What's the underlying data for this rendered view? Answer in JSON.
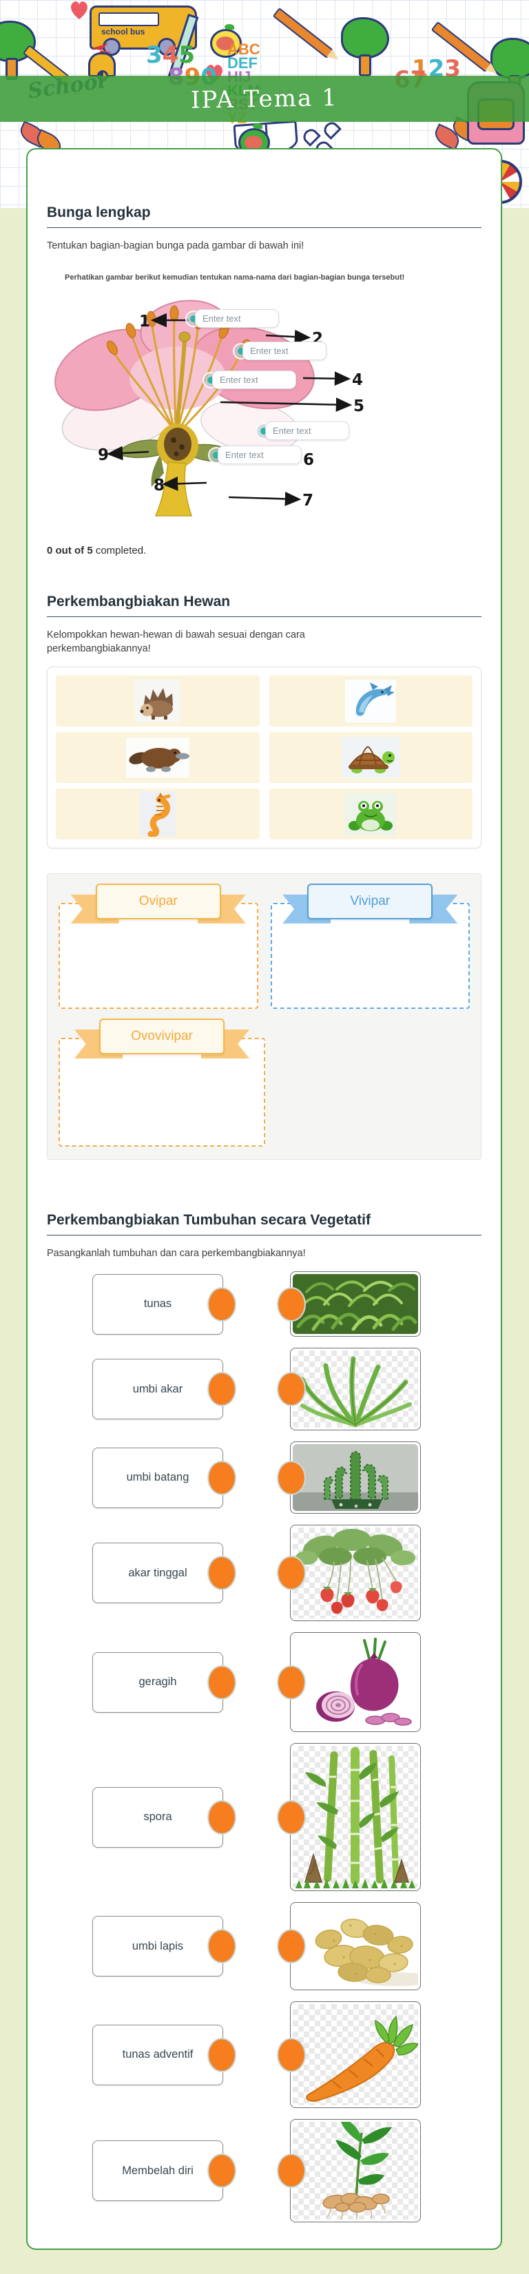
{
  "banner": {
    "title": "IPA Tema 1",
    "color": "#3c9c3a",
    "bus_label": "school bus",
    "school_label": "School"
  },
  "page": {
    "background": "#e9eecf",
    "card_border": "#43a047"
  },
  "bunga": {
    "title": "Bunga lengkap",
    "instruction": "Tentukan bagian-bagian bunga pada gambar di bawah ini!",
    "widget_instruction": "Perhatikan gambar berikut kemudian tentukan nama-nama dari bagian-bagian bunga tersebut!",
    "input_placeholder": "Enter text",
    "markers": {
      "m1": "1",
      "m2": "2",
      "m4": "4",
      "m5": "5",
      "m6": "6",
      "m7": "7",
      "m8": "8",
      "m9": "9"
    },
    "progress_bold": "0 out of 5",
    "progress_rest": " completed.",
    "marker_color": "#2ab7a9"
  },
  "hewan": {
    "title": "Perkembangbiakan Hewan",
    "instruction": "Kelompokkan hewan-hewan di bawah sesuai dengan cara perkembangbiakannya!",
    "images": [
      "hedgehog",
      "dolphin",
      "platypus",
      "turtle",
      "seahorse",
      "frog"
    ],
    "cell_color": "#fbf3dc"
  },
  "groups": {
    "ovipar": {
      "label": "Ovipar",
      "color": "#f5a93f"
    },
    "vivipar": {
      "label": "Vivipar",
      "color": "#4e9ddb"
    },
    "ovovivipar": {
      "label": "Ovovivipar",
      "color": "#f5a93f"
    }
  },
  "tumbuhan": {
    "title": "Perkembangbiakan Tumbuhan secara Vegetatif",
    "instruction": "Pasangkanlah tumbuhan dan cara perkembangbiakannya!",
    "connector_color": "#f67e1f",
    "pairs": [
      {
        "label": "tunas",
        "image": "moss"
      },
      {
        "label": "umbi akar",
        "image": "fern"
      },
      {
        "label": "umbi batang",
        "image": "cactus"
      },
      {
        "label": "akar tinggal",
        "image": "strawberry-plant"
      },
      {
        "label": "geragih",
        "image": "red-onion"
      },
      {
        "label": "spora",
        "image": "bamboo"
      },
      {
        "label": "umbi lapis",
        "image": "potatoes"
      },
      {
        "label": "tunas adventif",
        "image": "carrot"
      },
      {
        "label": "Membelah diri",
        "image": "ginger-plant"
      }
    ]
  }
}
